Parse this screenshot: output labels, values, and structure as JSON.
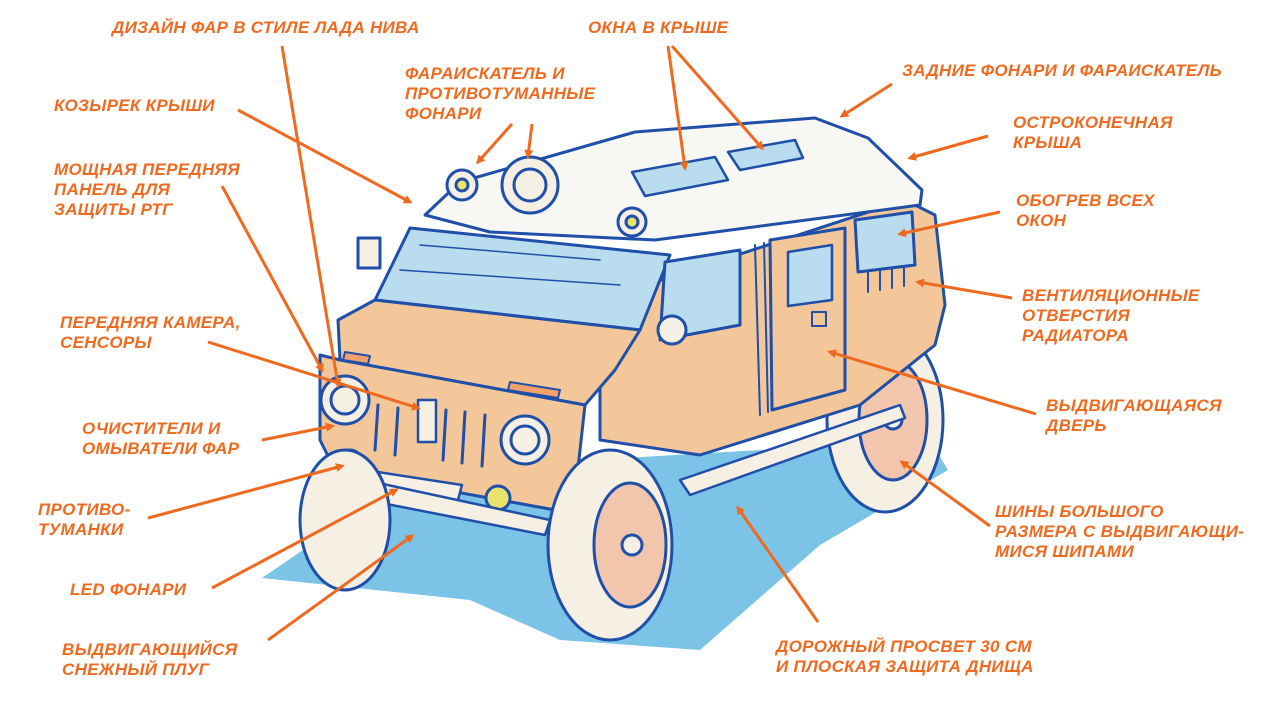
{
  "colors": {
    "accent": "#ef6a1f",
    "outline": "#1f4fa8",
    "body": "#f3c79a",
    "glass": "#b9dcef",
    "shadow": "#7cc3e8"
  },
  "labels": {
    "headlight_design": "ДИЗАЙН ФАР В СТИЛЕ ЛАДА НИВА",
    "roof_windows": "ОКНА В КРЫШЕ",
    "searchlight_fog": "ФАРАИСКАТЕЛЬ И\nПРОТИВОТУМАННЫЕ\nФОНАРИ",
    "rear_lights": "ЗАДНИЕ ФОНАРИ И ФАРАИСКАТЕЛЬ",
    "roof_visor": "КОЗЫРЕК КРЫШИ",
    "pointed_roof": "ОСТРОКОНЕЧНАЯ\nКРЫША",
    "front_panel": "МОЩНАЯ ПЕРЕДНЯЯ\nПАНЕЛЬ ДЛЯ\nЗАЩИТЫ РТГ",
    "window_heating": "ОБОГРЕВ ВСЕХ\nОКОН",
    "radiator_vents": "ВЕНТИЛЯЦИОННЫЕ\nОТВЕРСТИЯ\nРАДИАТОРА",
    "front_camera": "ПЕРЕДНЯЯ КАМЕРА,\nСЕНСОРЫ",
    "sliding_door": "ВЫДВИГАЮЩАЯСЯ\nДВЕРЬ",
    "headlight_washers": "ОЧИСТИТЕЛИ И\nОМЫВАТЕЛИ ФАР",
    "fog_lights": "ПРОТИВО-\nТУМАНКИ",
    "oversized_tires": "ШИНЫ БОЛЬШОГО\nРАЗМЕРА С ВЫДВИГАЮЩИ-\nМИСЯ ШИПАМИ",
    "led_lights": "LED ФОНАРИ",
    "ground_clearance": "ДОРОЖНЫЙ ПРОСВЕТ 30 СМ\nИ ПЛОСКАЯ ЗАЩИТА ДНИЩА",
    "snow_plow": "ВЫДВИГАЮЩИЙСЯ\nСНЕЖНЫЙ ПЛУГ"
  }
}
